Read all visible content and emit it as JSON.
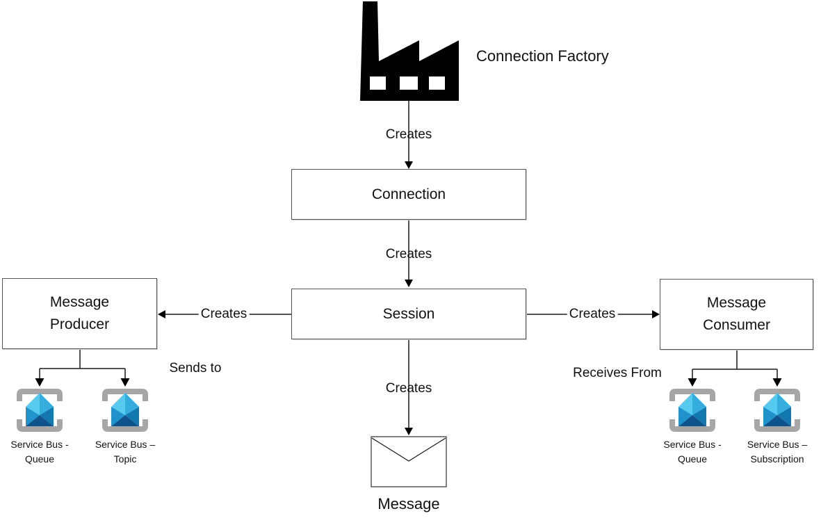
{
  "diagram": {
    "title_implicit": "JMS Connection Factory / Service Bus messaging diagram",
    "factory": {
      "icon": "factory-icon",
      "label": "Connection Factory"
    },
    "boxes": {
      "connection": "Connection",
      "session": "Session",
      "producer_line1": "Message",
      "producer_line2": "Producer",
      "consumer_line1": "Message",
      "consumer_line2": "Consumer"
    },
    "edge_labels": {
      "factory_to_connection": "Creates",
      "connection_to_session": "Creates",
      "session_to_producer": "Creates",
      "session_to_consumer": "Creates",
      "session_to_message": "Creates",
      "producer_action": "Sends to",
      "consumer_action": "Receives From"
    },
    "message": {
      "icon": "envelope-icon",
      "label": "Message"
    },
    "service_bus_icons": [
      {
        "icon": "service-bus-icon",
        "line1": "Service Bus -",
        "line2": "Queue"
      },
      {
        "icon": "service-bus-icon",
        "line1": "Service Bus –",
        "line2": "Topic"
      },
      {
        "icon": "service-bus-icon",
        "line1": "Service Bus -",
        "line2": "Queue"
      },
      {
        "icon": "service-bus-icon",
        "line1": "Service Bus –",
        "line2": "Subscription"
      }
    ],
    "colors": {
      "factory": "#000000",
      "line": "#1a1a1a",
      "box_border": "#545454",
      "icon_frame": "#a6a6a6",
      "envelope_top_left": "#57cbef",
      "envelope_top_right": "#35aede",
      "envelope_flap_left": "#2193cc",
      "envelope_flap_right": "#1478b0",
      "envelope_bottom": "#0f538c"
    }
  }
}
